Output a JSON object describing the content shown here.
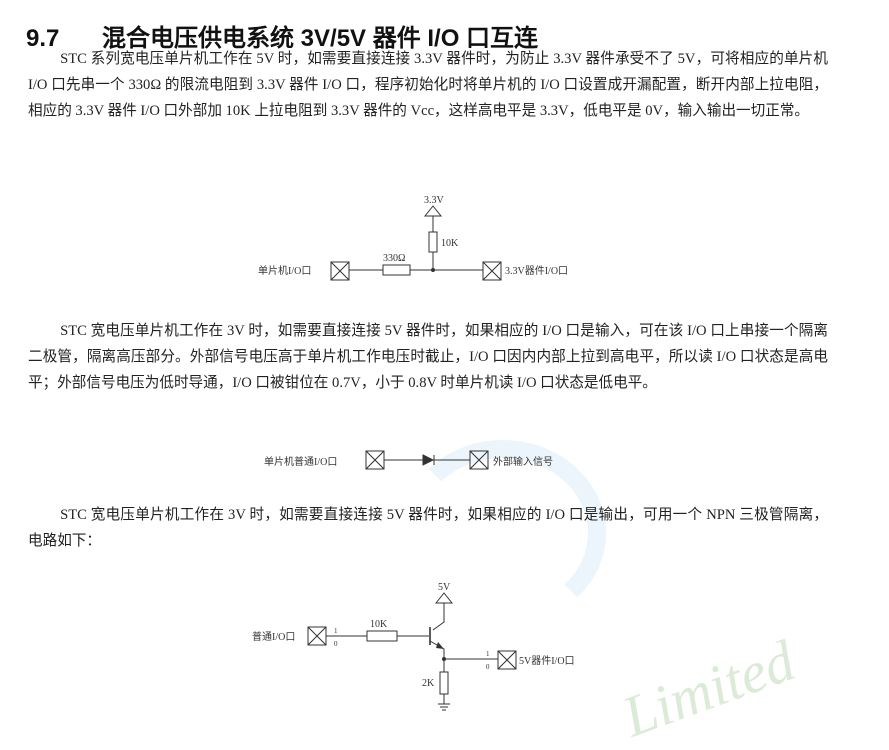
{
  "section": {
    "number": "9.7",
    "title": "混合电压供电系统 3V/5V 器件 I/O 口互连"
  },
  "paragraphs": [
    "STC 系列宽电压单片机工作在 5V 时，如需要直接连接 3.3V 器件时，为防止 3.3V 器件承受不了 5V，可将相应的单片机 I/O 口先串一个 330Ω 的限流电阻到 3.3V 器件 I/O 口，程序初始化时将单片机的 I/O 口设置成开漏配置，断开内部上拉电阻，相应的 3.3V 器件 I/O 口外部加 10K 上拉电阻到 3.3V 器件的 Vcc，这样高电平是 3.3V，低电平是 0V，输入输出一切正常。",
    "STC 宽电压单片机工作在 3V 时，如需要直接连接 5V 器件时，如果相应的 I/O 口是输入，可在该 I/O 口上串接一个隔离二极管，隔离高压部分。外部信号电压高于单片机工作电压时截止，I/O 口因内内部上拉到高电平，所以读 I/O 口状态是高电平；外部信号电压为低时导通，I/O 口被钳位在 0.7V，小于 0.8V 时单片机读 I/O 口状态是低电平。",
    "STC 宽电压单片机工作在 3V 时，如需要直接连接 5V 器件时，如果相应的 I/O 口是输出，可用一个 NPN 三极管隔离，电路如下："
  ],
  "diagram1": {
    "vcc": "3.3V",
    "pullup": "10K",
    "series": "330Ω",
    "left": "单片机I/O口",
    "right": "3.3V器件I/O口"
  },
  "diagram2": {
    "left": "单片机普通I/O口",
    "right": "外部输入信号"
  },
  "diagram3": {
    "vcc": "5V",
    "base_resistor": "10K",
    "emitter_resistor": "2K",
    "left": "普通I/O口",
    "right": "5V器件I/O口",
    "one": "1",
    "zero": "0"
  },
  "watermark": "Limited"
}
